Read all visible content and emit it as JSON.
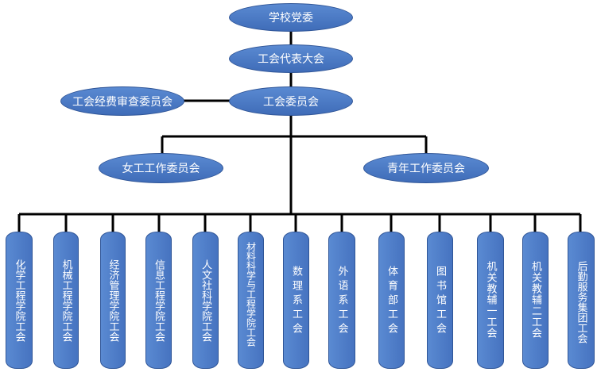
{
  "top": {
    "party": "学校党委",
    "congress": "工会代表大会",
    "committee": "工会委员会",
    "audit": "工会经费审查委员会"
  },
  "middle": {
    "women": "女工工作委员会",
    "youth": "青年工作委员会"
  },
  "units": [
    "化学工程学院工会",
    "机械工程学院工会",
    "经济管理学院工会",
    "信息工程学院工会",
    "人文社科学院工会",
    "材料科学与工程学院工会",
    "数理系工会",
    "外语系工会",
    "体育部工会",
    "图书馆工会",
    "机关教辅一工会",
    "机关教辅二工会",
    "后勤服务集团工会"
  ]
}
